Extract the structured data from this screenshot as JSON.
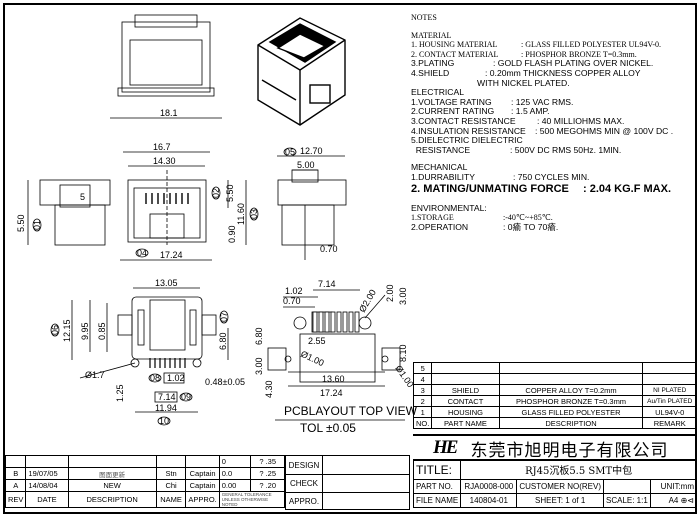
{
  "notes": {
    "heading": "NOTES",
    "material": {
      "title": "MATERIAL",
      "items": [
        {
          "k": "1. HOUSING MATERIAL",
          "v": ": GLASS FILLED POLYESTER UL94V-0."
        },
        {
          "k": "2. CONTACT MATERIAL",
          "v": ": PHOSPHOR BRONZE T=0.3mm."
        },
        {
          "k": "3.PLATING",
          "v": ": GOLD FLASH PLATING OVER NICKEL."
        },
        {
          "k": "4.SHIELD",
          "v": ": 0.20mm THICKNESS COPPER ALLOY"
        }
      ],
      "shield_cont": "WITH NICKEL PLATED."
    },
    "electrical": {
      "title": "ELECTRICAL",
      "items": [
        {
          "k": "1.VOLTAGE RATING",
          "v": ": 125 VAC RMS."
        },
        {
          "k": "2.CURRENT RATING",
          "v": ": 1.5 AMP."
        },
        {
          "k": "3.CONTACT RESISTANCE",
          "v": ": 40 MILLIOHMS MAX."
        },
        {
          "k": "4.INSULATION RESISTANCE",
          "v": ": 500 MEGOHMS MIN @ 100V DC ."
        },
        {
          "k": "5.DIELECTRIC DIELECTRIC",
          "v": ""
        },
        {
          "k": "  RESISTANCE",
          "v": ": 500V DC RMS 50Hz. 1MIN."
        }
      ]
    },
    "mechanical": {
      "title": "MECHANICAL",
      "items": [
        {
          "k": "1.DURRABILITY",
          "v": ": 750 CYCLES MIN."
        },
        {
          "k": "2. MATING/UNMATING FORCE",
          "v": ": 2.04 KG.F MAX."
        }
      ]
    },
    "environmental": {
      "title": "ENVIRONMENTAL:",
      "items": [
        {
          "k": "1.STORAGE",
          "v": ":-40℃~+85℃."
        },
        {
          "k": "2.OPERATION",
          "v": ": 0瘉 TO 70瘉."
        }
      ]
    }
  },
  "dims": {
    "top_width": "18.1",
    "side_h": "5.50",
    "c01": "01",
    "front_w1": "16.7",
    "front_w2": "14.30",
    "front_w3": "17.24",
    "c04": "04",
    "c02": "02",
    "front_h1": "5.50",
    "front_h2": "11.60",
    "c03": "03",
    "front_h3": "0.90",
    "c05": "05",
    "right_w1": "12.70",
    "right_w2": "5.00",
    "right_pin": "0.70",
    "bottom_w": "13.05",
    "c06": "06",
    "b_h1": "12.15",
    "b_h2": "9.95",
    "b_h3": "0.85",
    "c07": "07",
    "b_h4": "6.80",
    "b_dia": "Ø1.7",
    "b_h5": "1.25",
    "c08": "08",
    "b_pitch": "1.02",
    "b_pin": "0.48±0.05",
    "b_span": "7.14",
    "c09": "09",
    "b_total": "11.94",
    "c10": "10",
    "contact_label": "5",
    "p_span": "7.14",
    "p_pitch": "1.02",
    "p_pin": "0.70",
    "p_dia2": "Ø2.00",
    "p_h1": "2.00",
    "p_h2": "3.00",
    "p_h3": "6.80",
    "p_off": "2.55",
    "p_h4": "8.10",
    "p_h5": "3.00",
    "p_dia1a": "Ø1.00",
    "p_w1": "13.60",
    "p_dia1b": "Ø1.00",
    "p_h6": "4.30",
    "p_w2": "17.24",
    "pcb_title": "PCBLAYOUT TOP VIEW",
    "pcb_tol": "TOL ±0.05"
  },
  "bom": {
    "rows": [
      {
        "no": "5",
        "name": "",
        "desc": "",
        "remark": ""
      },
      {
        "no": "4",
        "name": "",
        "desc": "",
        "remark": ""
      },
      {
        "no": "3",
        "name": "SHIELD",
        "desc": "COPPER ALLOY T=0.2mm",
        "remark": "NI PLATED"
      },
      {
        "no": "2",
        "name": "CONTACT",
        "desc": "PHOSPHOR BRONZE T=0.3mm",
        "remark": "Au/Tin PLATED"
      },
      {
        "no": "1",
        "name": "HOUSING",
        "desc": "GLASS FILLED POLYESTER",
        "remark": "UL94V-0"
      }
    ],
    "header": {
      "no": "NO.",
      "name": "PART NAME",
      "desc": "DESCRIPTION",
      "remark": "REMARK"
    }
  },
  "title_block": {
    "logo": "HE",
    "company": "东莞市旭明电子有限公司",
    "title_label": "TITLE:",
    "title": "RJ45沉板5.5 SMT中包",
    "part_no_label": "PART NO.",
    "part_no": "RJA0008-000",
    "customer_label": "CUSTOMER NO(REV)",
    "customer": "",
    "unit": "UNIT:mm",
    "file_name_label": "FILE NAME",
    "file_name": "140804-01",
    "sheet": "SHEET:  1  of  1",
    "scale": "SCALE:  1:1",
    "paper": "A4"
  },
  "revisions": {
    "rows": [
      {
        "rev": "",
        "date": "",
        "desc": "",
        "name": "",
        "appro": "",
        "tol": "0",
        "tolv": "? .35"
      },
      {
        "rev": "B",
        "date": "19/07/05",
        "desc": "图面更新",
        "name": "Stn",
        "appro": "Captain",
        "tol": "0.0",
        "tolv": "? .25"
      },
      {
        "rev": "A",
        "date": "14/08/04",
        "desc": "NEW",
        "name": "Chi",
        "appro": "Captain",
        "tol": "0.00",
        "tolv": "? .20"
      }
    ],
    "header": {
      "rev": "REV",
      "date": "DATE",
      "desc": "DESCRIPTION",
      "name": "NAME",
      "appro": "APPRO.",
      "tol_note": "GENERAL TOLERANCE UNLESS OTHERWISE NOTED"
    }
  },
  "signoff": {
    "design": "DESIGN",
    "check": "CHECK",
    "appro": "APPRO."
  }
}
